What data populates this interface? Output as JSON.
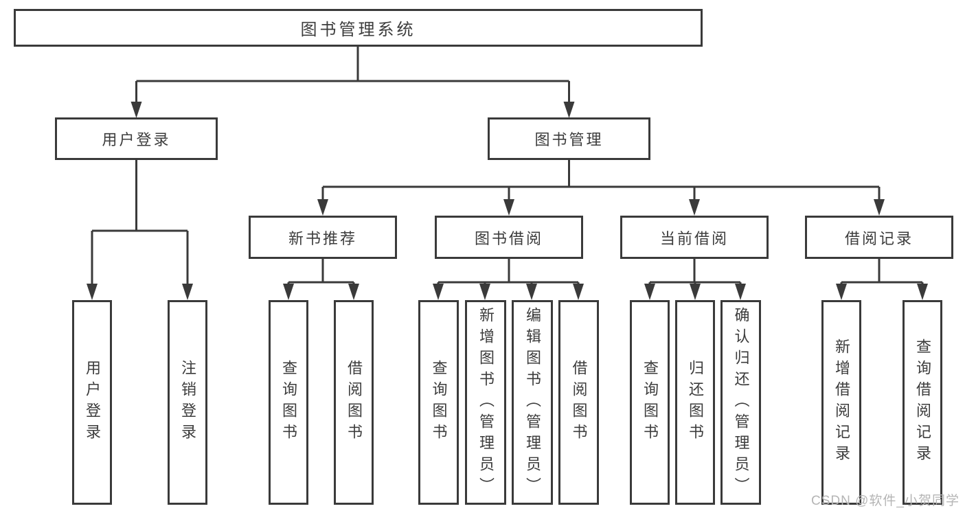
{
  "tree": {
    "label": "图书管理系统",
    "children": [
      {
        "label": "用户登录",
        "children": [
          {
            "label": "用户登录"
          },
          {
            "label": "注销登录"
          }
        ]
      },
      {
        "label": "图书管理",
        "children": [
          {
            "label": "新书推荐",
            "children": [
              {
                "label": "查询图书"
              },
              {
                "label": "借阅图书"
              }
            ]
          },
          {
            "label": "图书借阅",
            "children": [
              {
                "label": "查询图书"
              },
              {
                "label": "新增图书（管理员）"
              },
              {
                "label": "编辑图书（管理员）"
              },
              {
                "label": "借阅图书"
              }
            ]
          },
          {
            "label": "当前借阅",
            "children": [
              {
                "label": "查询图书"
              },
              {
                "label": "归还图书"
              },
              {
                "label": "确认归还（管理员）"
              }
            ]
          },
          {
            "label": "借阅记录",
            "children": [
              {
                "label": "新增借阅记录"
              },
              {
                "label": "查询借阅记录"
              }
            ]
          }
        ]
      }
    ]
  },
  "watermark": {
    "text": "CSDN @软件_小贺同学"
  },
  "colors": {
    "line": "#3a3a3a",
    "text": "#3c3c3c",
    "watermark": "#b5b5b5",
    "background": "#ffffff"
  }
}
